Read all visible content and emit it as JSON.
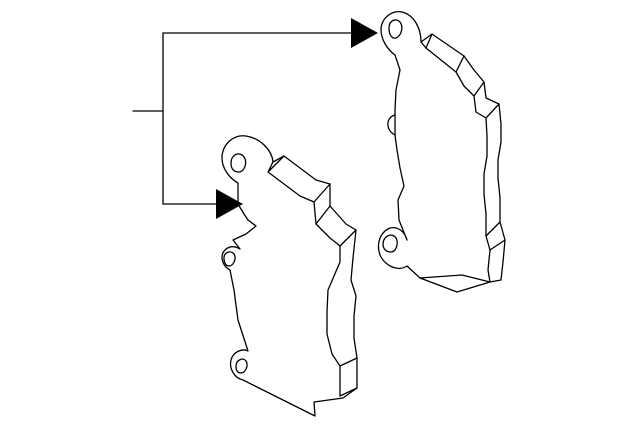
{
  "diagram": {
    "type": "parts-illustration",
    "subject": "brake-pad-set",
    "part_count": 2,
    "callout_count": 1,
    "colors": {
      "background": "#ffffff",
      "line": "#000000",
      "arrowhead": "#000000"
    },
    "labels": []
  }
}
